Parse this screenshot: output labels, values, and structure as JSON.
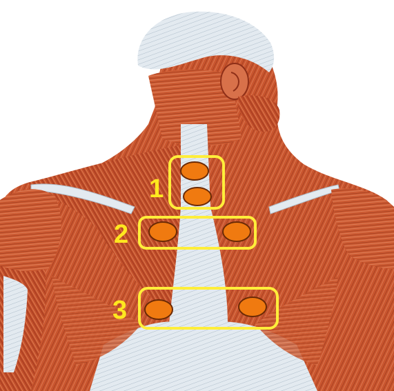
{
  "figure": {
    "subject": "posterior-torso-muscle-anatomy",
    "colors": {
      "background": "#ffffff",
      "muscle": "#c9552e",
      "muscle_dark": "#8e2f18",
      "muscle_light": "#e68a5c",
      "tendon": "#dfe7ee",
      "tendon_line": "#a8b8c6",
      "zone_outline": "#ffee3a",
      "zone_label": "#ffe81f",
      "point_fill": "#f07a10",
      "point_outline": "#6b2a05"
    }
  },
  "zones": [
    {
      "label": "1",
      "points": 2
    },
    {
      "label": "2",
      "points": 2
    },
    {
      "label": "3",
      "points": 2
    }
  ]
}
